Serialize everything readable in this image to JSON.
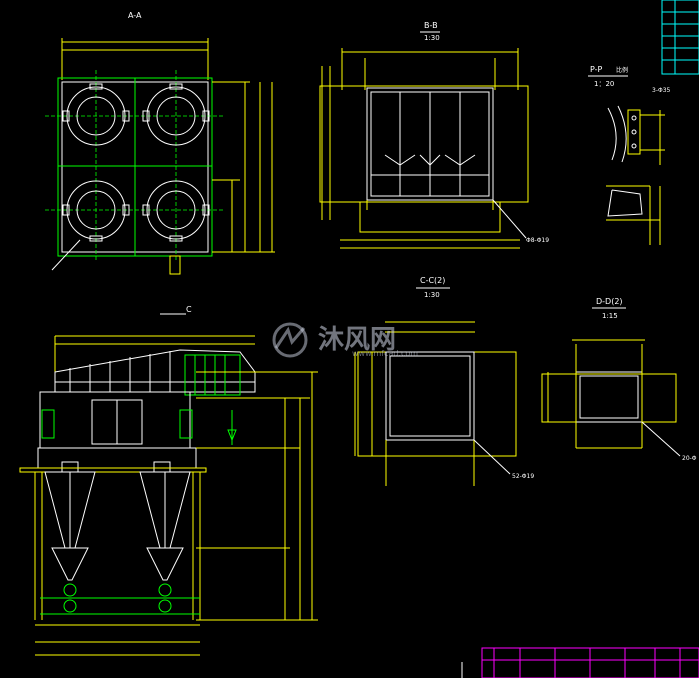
{
  "drawing": {
    "views": {
      "aa": {
        "title": "A-A"
      },
      "bb": {
        "title": "B-B",
        "scale": "1:30"
      },
      "pp": {
        "title": "P-P",
        "scale_note": "比例",
        "scale": "1：20",
        "callout": "3-Φ35"
      },
      "cc": {
        "title": "C-C(2)",
        "scale": "1:30",
        "callout": "52-Φ19"
      },
      "dd": {
        "title": "D-D(2)",
        "scale": "1:15",
        "callout": "20-Φ"
      },
      "main": {
        "section_mark": "C"
      }
    },
    "bb_callout": "Φ8-Φ19",
    "watermark": {
      "brand": "沐风网",
      "url": "www.mfcad.com"
    }
  },
  "colors": {
    "background": "#000000",
    "outline": "#ffffff",
    "dimension": "#ffff00",
    "center": "#00ff00",
    "title_block": "#ff00ff",
    "table": "#00ffff"
  }
}
